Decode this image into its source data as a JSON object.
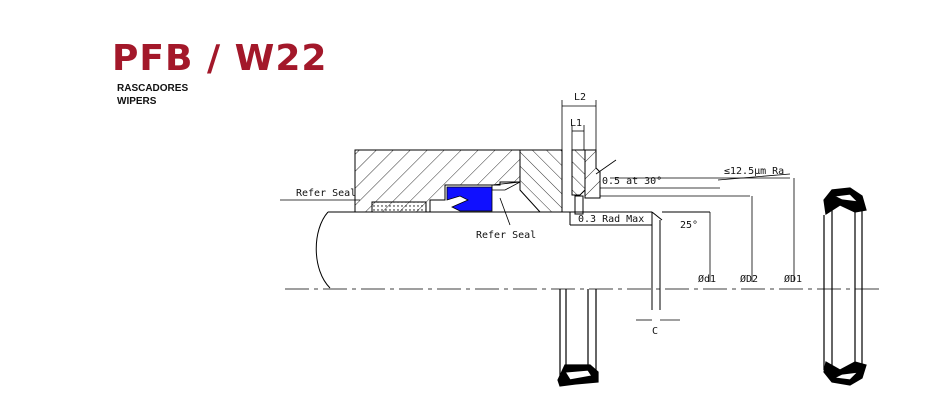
{
  "header": {
    "title": "PFB / W22",
    "subtitle_es": "RASCADORES",
    "subtitle_en": "WIPERS"
  },
  "labels": {
    "refer_seal_left": "Refer Seal",
    "refer_seal_bottom": "Refer Seal",
    "chamfer": "0.5 at 30°",
    "roughness": "≤12.5μm Ra",
    "radius": "0.3 Rad Max",
    "angle": "25°",
    "L2": "L2",
    "L1": "L1",
    "d1": "Ød1",
    "D2": "ØD2",
    "D1": "ØD1",
    "C": "C"
  },
  "colors": {
    "title": "#a3182a",
    "seal": "#1010ff",
    "line": "#000000"
  }
}
